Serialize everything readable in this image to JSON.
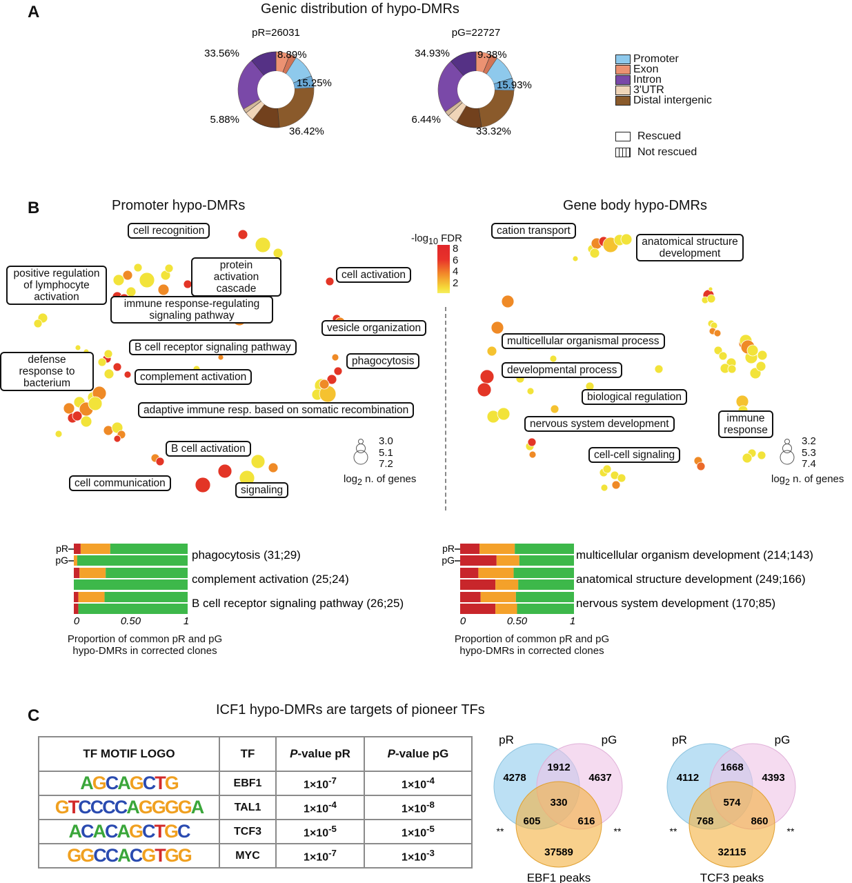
{
  "panelA": {
    "letter": "A",
    "title": "Genic distribution of hypo-DMRs",
    "legend": {
      "categories": [
        {
          "name": "Promoter",
          "color": "#8ec9ec"
        },
        {
          "name": "Exon",
          "color": "#ec9272"
        },
        {
          "name": "Intron",
          "color": "#7a49a8"
        },
        {
          "name": "3'UTR",
          "color": "#f0d5b8"
        },
        {
          "name": "Distal intergenic",
          "color": "#8a5a2b"
        }
      ],
      "rescued_label": "Rescued",
      "not_rescued_label": "Not rescued"
    }
  },
  "panelB": {
    "letter": "B",
    "left_title": "Promoter hypo-DMRs",
    "right_title": "Gene body hypo-DMRs",
    "colorbar": {
      "title_prefix": "-log",
      "title_sub": "10",
      "title_suffix": " FDR",
      "ticks": [
        "8",
        "6",
        "4",
        "2"
      ]
    },
    "size_legend_left": {
      "values": [
        "3.0",
        "5.1",
        "7.2"
      ],
      "label_prefix": "log",
      "label_sub": "2",
      "label_suffix": " n. of genes"
    },
    "size_legend_right": {
      "values": [
        "3.2",
        "5.3",
        "7.4"
      ],
      "label_prefix": "log",
      "label_sub": "2",
      "label_suffix": " n. of genes"
    },
    "left_labels": [
      "cell recognition",
      "protein activation cascade",
      "positive regulation of lymphocyte activation",
      "cell activation",
      "immune response-regulating signaling pathway",
      "vesicle organization",
      "B cell receptor signaling pathway",
      "defense response to bacterium",
      "phagocytosis",
      "complement activation",
      "adaptive immune resp. based on somatic recombination",
      "B cell activation",
      "cell communication",
      "signaling"
    ],
    "right_labels": [
      "cation transport",
      "anatomical structure development",
      "multicellular organismal process",
      "developmental process",
      "biological regulation",
      "nervous system development",
      "immune response",
      "cell-cell signaling"
    ],
    "bar_axis_label_line1": "Proportion of common pR and pG",
    "bar_axis_label_line2": "hypo-DMRs in corrected clones",
    "row_label_pR": "pR",
    "row_label_pG": "pG"
  },
  "panelC": {
    "letter": "C",
    "title": "ICF1 hypo-DMRs are targets of pioneer TFs",
    "table": {
      "headers": [
        "TF MOTIF LOGO",
        "TF",
        "P-value pR",
        "P-value pG"
      ],
      "rows": [
        {
          "motif": "AGCAGCTG",
          "tf": "EBF1",
          "pR_exp": "-7",
          "pG_exp": "-4"
        },
        {
          "motif": "GTCCCCAGGGGA",
          "tf": "TAL1",
          "pR_exp": "-4",
          "pG_exp": "-8"
        },
        {
          "motif": "ACACAGCTGC",
          "tf": "TCF3",
          "pR_exp": "-5",
          "pG_exp": "-5"
        },
        {
          "motif": "GGCCACGTGG",
          "tf": "MYC",
          "pR_exp": "-7",
          "pG_exp": "-3"
        }
      ],
      "pvalue_base": "1×10"
    }
  },
  "chart_data": [
    {
      "type": "pie",
      "title": "Genic distribution of hypo-DMRs",
      "subtitle": "pR=26031",
      "categories": [
        "Promoter",
        "Exon",
        "Intron",
        "3'UTR",
        "Distal intergenic"
      ],
      "values": [
        15.25,
        8.89,
        33.56,
        5.88,
        36.42
      ],
      "labels": [
        "15.25%",
        "8.89%",
        "33.56%",
        "5.88%",
        "36.42%"
      ]
    },
    {
      "type": "pie",
      "title": "Genic distribution of hypo-DMRs",
      "subtitle": "pG=22727",
      "categories": [
        "Promoter",
        "Exon",
        "Intron",
        "3'UTR",
        "Distal intergenic"
      ],
      "values": [
        15.93,
        9.38,
        34.93,
        6.44,
        33.32
      ],
      "labels": [
        "15.93%",
        "9.38%",
        "34.93%",
        "6.44%",
        "33.32%"
      ]
    },
    {
      "type": "bar",
      "orientation": "horizontal-stacked",
      "title": "Promoter hypo-DMRs",
      "xlabel": "Proportion of common pR and pG hypo-DMRs in corrected clones",
      "xlim": [
        0,
        1
      ],
      "xticks": [
        "0",
        "0.50",
        "1"
      ],
      "categories": [
        "phagocytosis (31;29)",
        "complement activation (25;24)",
        "B cell receptor signaling pathway (26;25)"
      ],
      "series_colors": {
        "red": "#c8262b",
        "orange": "#f4a12a",
        "green": "#3db84a"
      },
      "pR": [
        [
          0.06,
          0.26,
          0.68
        ],
        [
          0.05,
          0.23,
          0.72
        ],
        [
          0.04,
          0.23,
          0.73
        ]
      ],
      "pG": [
        [
          0.0,
          0.03,
          0.97
        ],
        [
          0.0,
          0.0,
          1.0
        ],
        [
          0.04,
          0.0,
          0.96
        ]
      ]
    },
    {
      "type": "bar",
      "orientation": "horizontal-stacked",
      "title": "Gene body hypo-DMRs",
      "xlabel": "Proportion of common pR and pG hypo-DMRs in corrected clones",
      "xlim": [
        0,
        1
      ],
      "xticks": [
        "0",
        "0.50",
        "1"
      ],
      "categories": [
        "multicellular organism development (214;143)",
        "anatomical structure development (249;166)",
        "nervous system development (170;85)"
      ],
      "series_colors": {
        "red": "#c8262b",
        "orange": "#f4a12a",
        "green": "#3db84a"
      },
      "pR": [
        [
          0.17,
          0.31,
          0.52
        ],
        [
          0.16,
          0.31,
          0.53
        ],
        [
          0.18,
          0.31,
          0.51
        ]
      ],
      "pG": [
        [
          0.32,
          0.2,
          0.48
        ],
        [
          0.31,
          0.2,
          0.49
        ],
        [
          0.31,
          0.19,
          0.5
        ]
      ]
    },
    {
      "type": "venn",
      "sets": [
        "pR",
        "pG",
        "EBF1 peaks"
      ],
      "regions": {
        "pR_only": 4278,
        "pG_only": 4637,
        "pR_pG": 1912,
        "all": 330,
        "pR_peak": 605,
        "pG_peak": 616,
        "peak_only": 37589
      },
      "significance": [
        "**",
        "**"
      ]
    },
    {
      "type": "venn",
      "sets": [
        "pR",
        "pG",
        "TCF3 peaks"
      ],
      "regions": {
        "pR_only": 4112,
        "pG_only": 4393,
        "pR_pG": 1668,
        "all": 574,
        "pR_peak": 768,
        "pG_peak": 860,
        "peak_only": 32115
      },
      "significance": [
        "**",
        "**"
      ]
    }
  ]
}
